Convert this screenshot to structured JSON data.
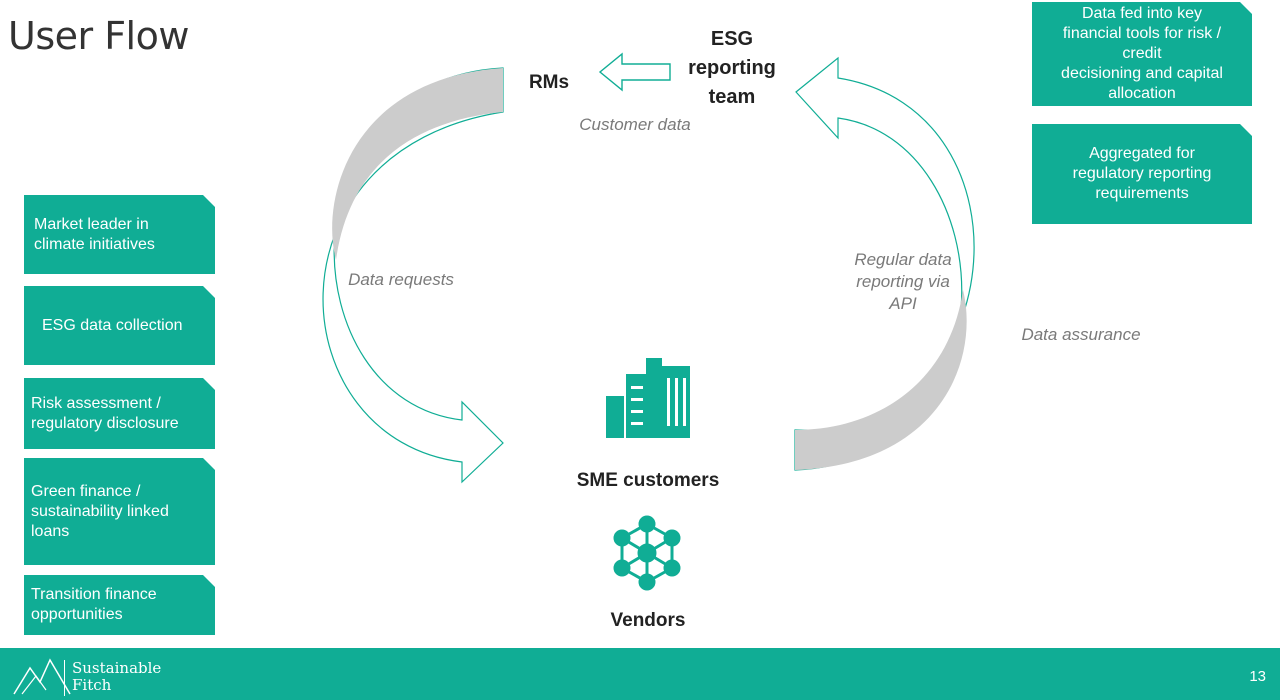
{
  "page": {
    "title": "User Flow",
    "page_number": "13"
  },
  "nodes": {
    "esg_team": "ESG\nreporting\nteam",
    "rms": "RMs",
    "sme": "SME customers",
    "vendors": "Vendors"
  },
  "flow_labels": {
    "customer_data": "Customer data",
    "data_requests": "Data requests",
    "regular_reporting": "Regular data\nreporting via\nAPI",
    "data_assurance": "Data assurance"
  },
  "left_cards": [
    "Market leader in\nclimate initiatives",
    "ESG data collection",
    "Risk assessment /\nregulatory disclosure",
    "Green finance /\nsustainability linked\nloans",
    "Transition finance\nopportunities"
  ],
  "right_cards": [
    "Data fed into key\nfinancial tools for risk /\ncredit\ndecisioning and capital\nallocation",
    "Aggregated for\nregulatory reporting\nrequirements"
  ],
  "footer": {
    "brand_line1": "Sustainable",
    "brand_line2": "Fitch"
  },
  "colors": {
    "accent": "#10ad95",
    "arrow_fill": "#cccccc",
    "arrow_stroke": "#10ad95"
  },
  "icons": {
    "sme": "buildings-icon",
    "vendors": "network-icon",
    "logo": "mountain-logo-icon"
  }
}
